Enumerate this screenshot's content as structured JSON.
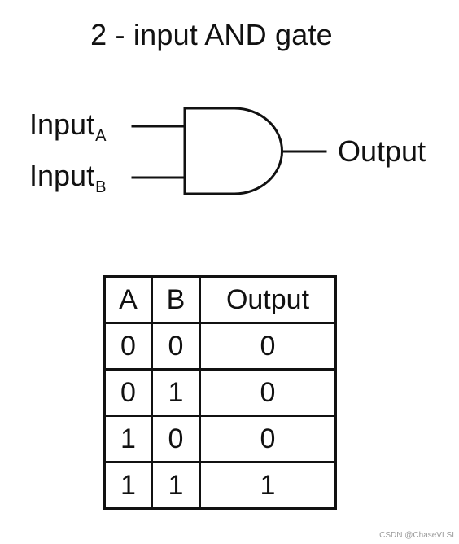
{
  "title": "2 - input AND gate",
  "gate": {
    "input_a": {
      "text": "Input",
      "subscript": "A"
    },
    "input_b": {
      "text": "Input",
      "subscript": "B"
    },
    "output": "Output"
  },
  "truth_table": {
    "headers": [
      "A",
      "B",
      "Output"
    ],
    "rows": [
      [
        "0",
        "0",
        "0"
      ],
      [
        "0",
        "1",
        "0"
      ],
      [
        "1",
        "0",
        "0"
      ],
      [
        "1",
        "1",
        "1"
      ]
    ]
  },
  "watermark": "CSDN @ChaseVLSI"
}
